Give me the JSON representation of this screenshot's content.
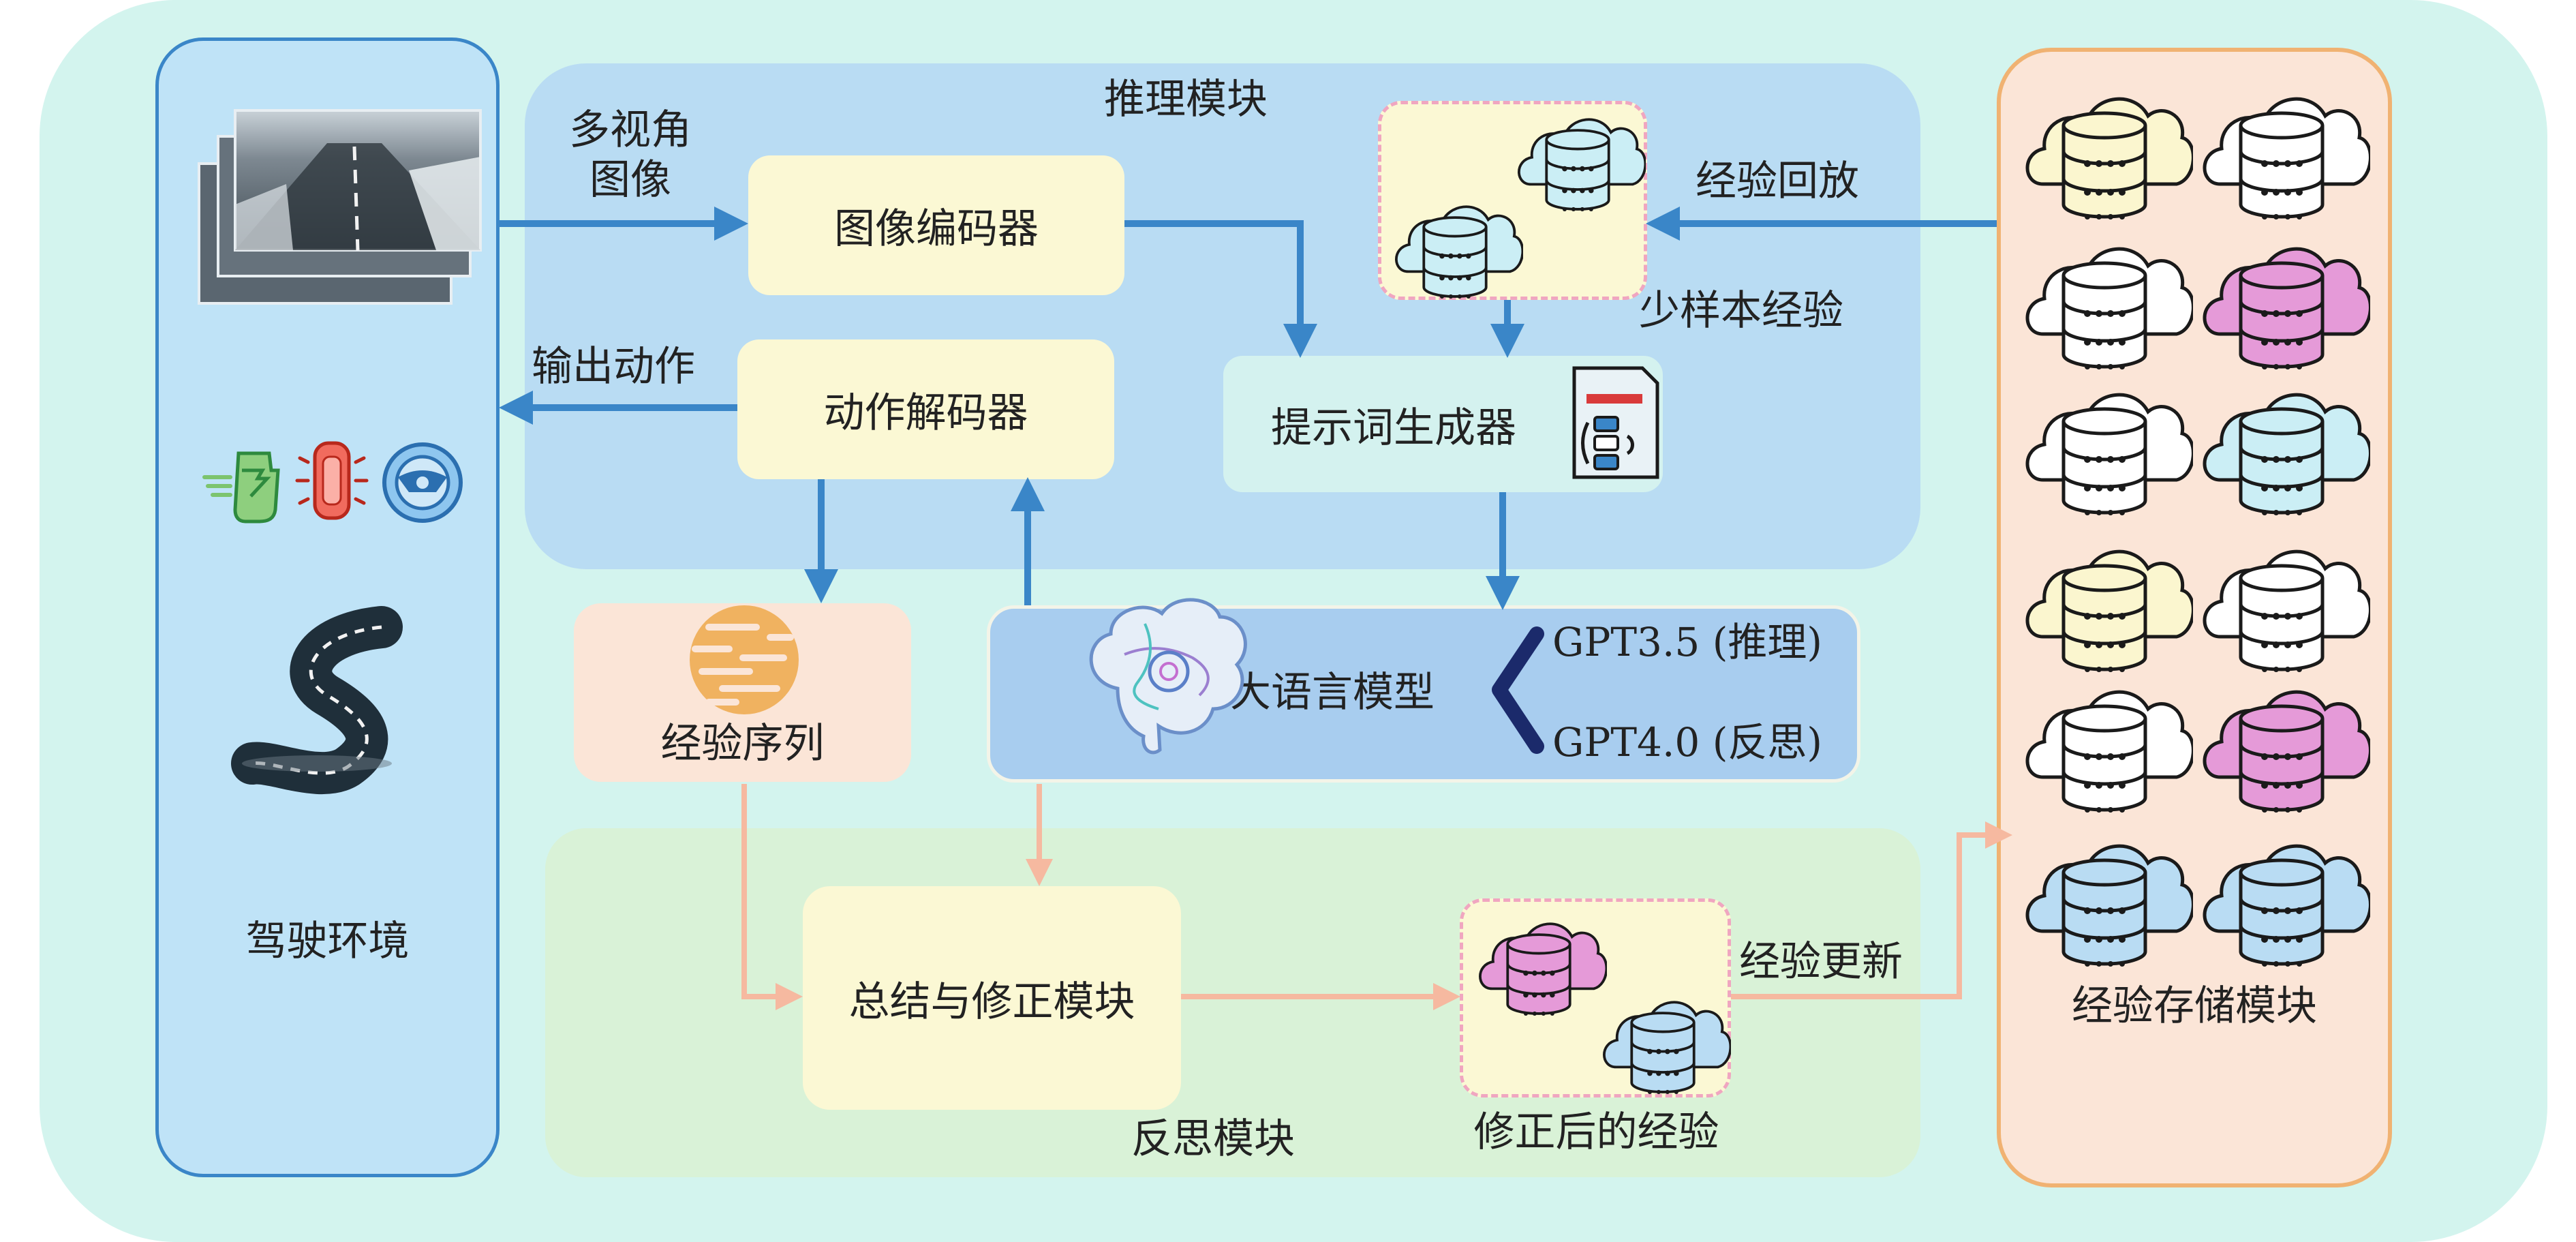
{
  "environment": {
    "title": "驾驶环境"
  },
  "reasoning_module": {
    "title": "推理模块",
    "input_label_line1": "多视角",
    "input_label_line2": "图像",
    "image_encoder": "图像编码器",
    "action_decoder": "动作解码器",
    "output_label": "输出动作",
    "prompt_generator": "提示词生成器",
    "few_shot_label": "少样本经验",
    "replay_label": "经验回放"
  },
  "experience_sequence": "经验序列",
  "llm": {
    "title": "大语言模型",
    "model_reasoning": "GPT3.5 (推理)",
    "model_reflection": "GPT4.0 (反思)"
  },
  "reflection_module": {
    "title": "反思模块",
    "summary_box": "总结与修正模块",
    "corrected_label": "修正后的经验",
    "update_label": "经验更新"
  },
  "storage_module": {
    "title": "经验存储模块"
  },
  "colors": {
    "blue_arrow": "#3a86c8",
    "orange_arrow": "#f6b9a0",
    "cloud_yellow": "#fbf6cf",
    "cloud_white": "#ffffff",
    "cloud_pink": "#e59ad8",
    "cloud_cyan": "#cbeef5",
    "cloud_blue": "#b9dcf3"
  }
}
